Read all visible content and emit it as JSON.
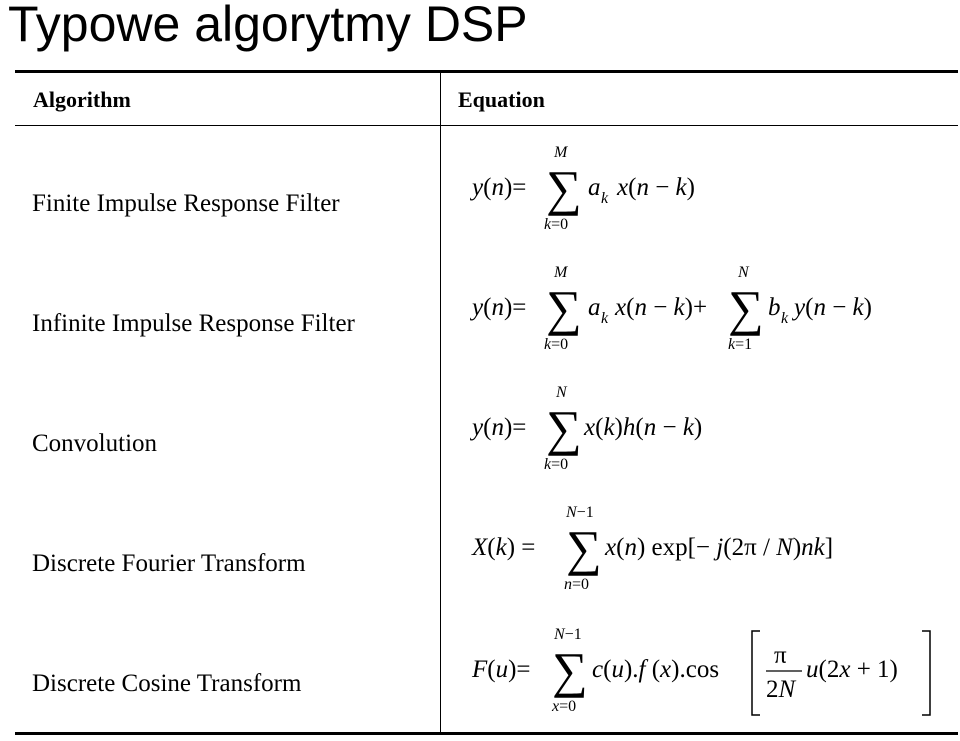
{
  "page": {
    "title": "Typowe algorytmy DSP"
  },
  "table": {
    "headers": {
      "algorithm": "Algorithm",
      "equation": "Equation"
    },
    "rows": [
      {
        "algorithm": "Finite Impulse Response Filter",
        "equation": "y(n)=∑_{k=0}^{M} a_k x(n−k)"
      },
      {
        "algorithm": "Infinite Impulse Response Filter",
        "equation": "y(n)=∑_{k=0}^{M} a_k x(n−k)+∑_{k=1}^{N} b_k y(n−k)"
      },
      {
        "algorithm": "Convolution",
        "equation": "y(n)=∑_{k=0}^{N} x(k)h(n−k)"
      },
      {
        "algorithm": "Discrete Fourier Transform",
        "equation": "X(k) = ∑_{n=0}^{N−1} x(n) exp[−j(2π / N)nk]"
      },
      {
        "algorithm": "Discrete Cosine Transform",
        "equation": "F(u)=∑_{x=0}^{N−1} c(u).f(x).cos[π/(2N) u(2x+1)]"
      }
    ]
  }
}
